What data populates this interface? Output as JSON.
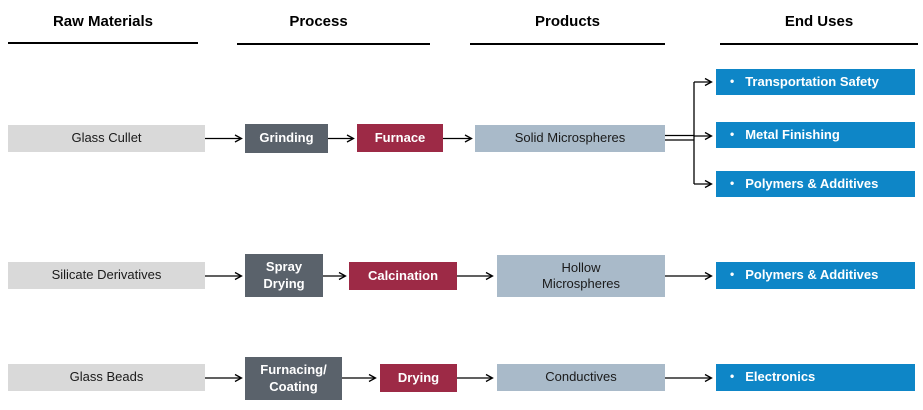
{
  "columns": {
    "raw_materials": "Raw Materials",
    "process": "Process",
    "products": "Products",
    "end_uses": "End Uses"
  },
  "rows": [
    {
      "raw_material": "Glass Cullet",
      "process_step_1": "Grinding",
      "process_step_2": "Furnace",
      "product": "Solid Microspheres",
      "end_uses": [
        "Transportation Safety",
        "Metal Finishing",
        "Polymers & Additives"
      ]
    },
    {
      "raw_material": "Silicate Derivatives",
      "process_step_1": "Spray\nDrying",
      "process_step_2": "Calcination",
      "product": "Hollow\nMicrospheres",
      "end_uses": [
        "Polymers & Additives"
      ]
    },
    {
      "raw_material": "Glass Beads",
      "process_step_1": "Furnacing/\nCoating",
      "process_step_2": "Drying",
      "product": "Conductives",
      "end_uses": [
        "Electronics"
      ]
    }
  ],
  "glyphs": {
    "bullet": "•"
  },
  "colors": {
    "raw_material_box": "#d9d9d9",
    "process_step_1_box": "#5a626b",
    "process_step_2_box": "#9d2a46",
    "product_box": "#a9bac9",
    "end_use_box": "#0e86c7"
  }
}
